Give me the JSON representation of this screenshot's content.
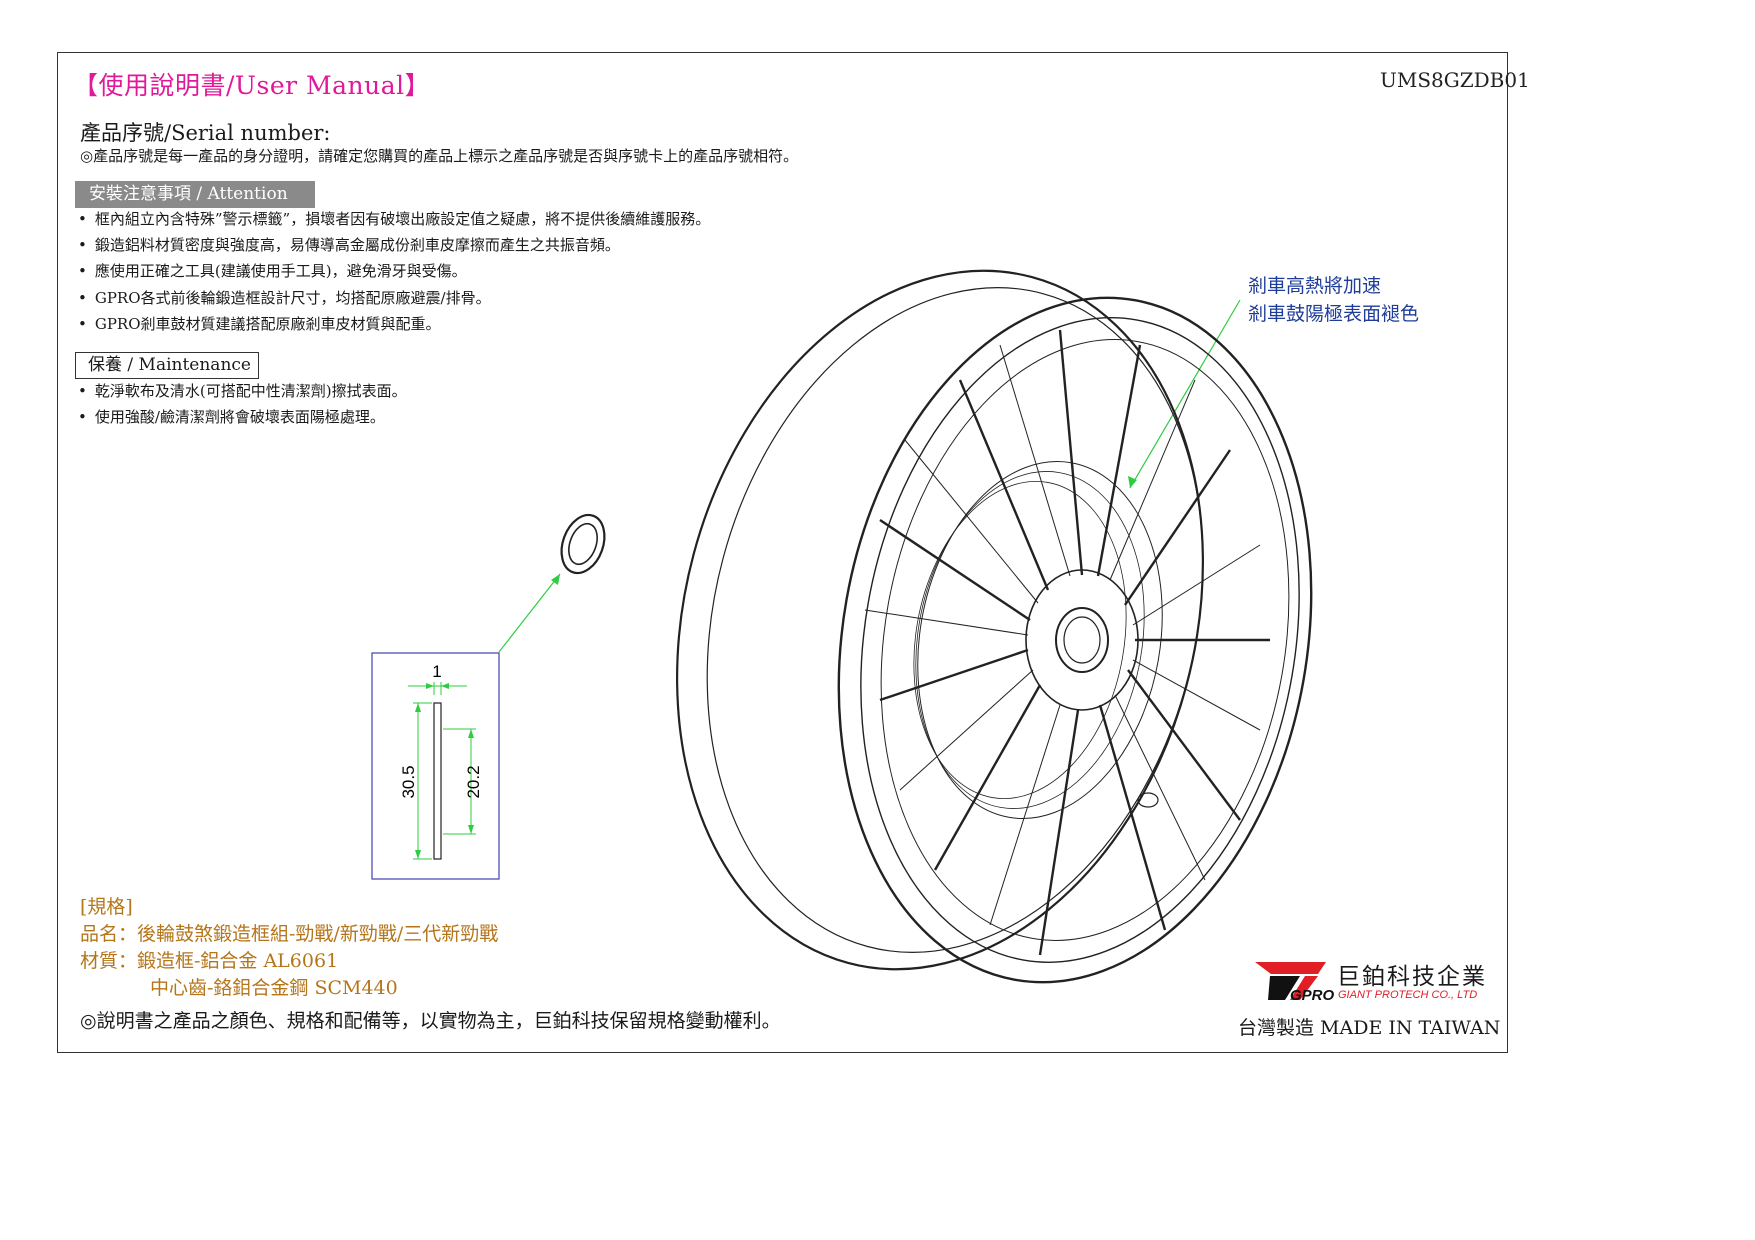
{
  "header": {
    "title": "【使用說明書/User Manual】",
    "doc_code": "UMS8GZDB01"
  },
  "serial": {
    "label": "產品序號/Serial number:",
    "note": "◎產品序號是每一產品的身分證明，請確定您購買的產品上標示之產品序號是否與序號卡上的產品序號相符。"
  },
  "attention": {
    "heading": "安裝注意事項 / Attention",
    "items": [
      "框內組立內含特殊”警示標籤”，損壞者因有破壞出廠設定值之疑慮，將不提供後續維護服務。",
      "鍛造鋁料材質密度與強度高，易傳導高金屬成份剎車皮摩擦而產生之共振音頻。",
      "應使用正確之工具(建議使用手工具)，避免滑牙與受傷。",
      "GPRO各式前後輪鍛造框設計尺寸，均搭配原廠避震/排骨。",
      "GPRO剎車鼓材質建議搭配原廠剎車皮材質與配重。"
    ]
  },
  "maintenance": {
    "heading": "保養 / Maintenance",
    "items": [
      "乾淨軟布及清水(可搭配中性清潔劑)擦拭表面。",
      "使用強酸/鹼清潔劑將會破壞表面陽極處理。"
    ]
  },
  "callout": {
    "line1": "剎車高熱將加速",
    "line2": "剎車鼓陽極表面褪色"
  },
  "dimensions": {
    "thickness": "1",
    "outer": "30.5",
    "inner": "20.2"
  },
  "spec": {
    "heading": "[規格]",
    "name": "品名：後輪鼓煞鍛造框組-勁戰/新勁戰/三代新勁戰",
    "material_1": "材質：鍛造框-鋁合金 AL6061",
    "material_2": "中心齒-鉻鉬合金鋼 SCM440"
  },
  "disclaimer": "◎說明書之產品之顏色、規格和配備等，以實物為主，巨鉑科技保留規格變動權利。",
  "company": {
    "name_cn": "巨鉑科技企業",
    "name_en": "GIANT PROTECH CO., LTD",
    "made_in": "台灣製造 MADE IN TAIWAN",
    "logo_text": "GPRO"
  },
  "colors": {
    "title": "#e0199b",
    "spec": "#b5761b",
    "callout": "#1e3c9a",
    "leader": "#2ecc40",
    "brand_red": "#e11e26"
  }
}
